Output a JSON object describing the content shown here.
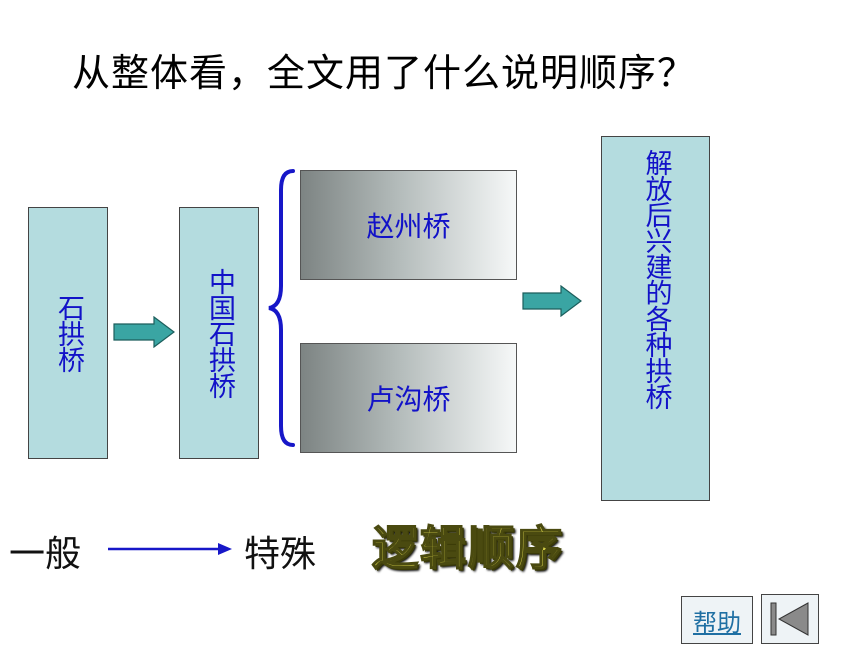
{
  "title": "从整体看，全文用了什么说明顺序？",
  "boxes": {
    "stone_arch_bridge": "石拱桥",
    "chinese_stone_arch_bridge": "中国石拱桥",
    "zhaozhou_bridge": "赵州桥",
    "lugou_bridge": "卢沟桥",
    "post_liberation_bridges": "解放后兴建的各种拱桥"
  },
  "bottom": {
    "general": "一般",
    "specific": "特殊",
    "logic_order": "逻辑顺序"
  },
  "nav": {
    "help_label": "帮助",
    "back_icon": "back-to-start-icon"
  },
  "colors": {
    "box_fill": "#b4dcdf",
    "box_text": "#1212c8",
    "arrow_fill": "#3aa5a3",
    "brace": "#1717c8",
    "gradient_dark": "#7d8483",
    "gradient_light": "#f6f8f8"
  }
}
